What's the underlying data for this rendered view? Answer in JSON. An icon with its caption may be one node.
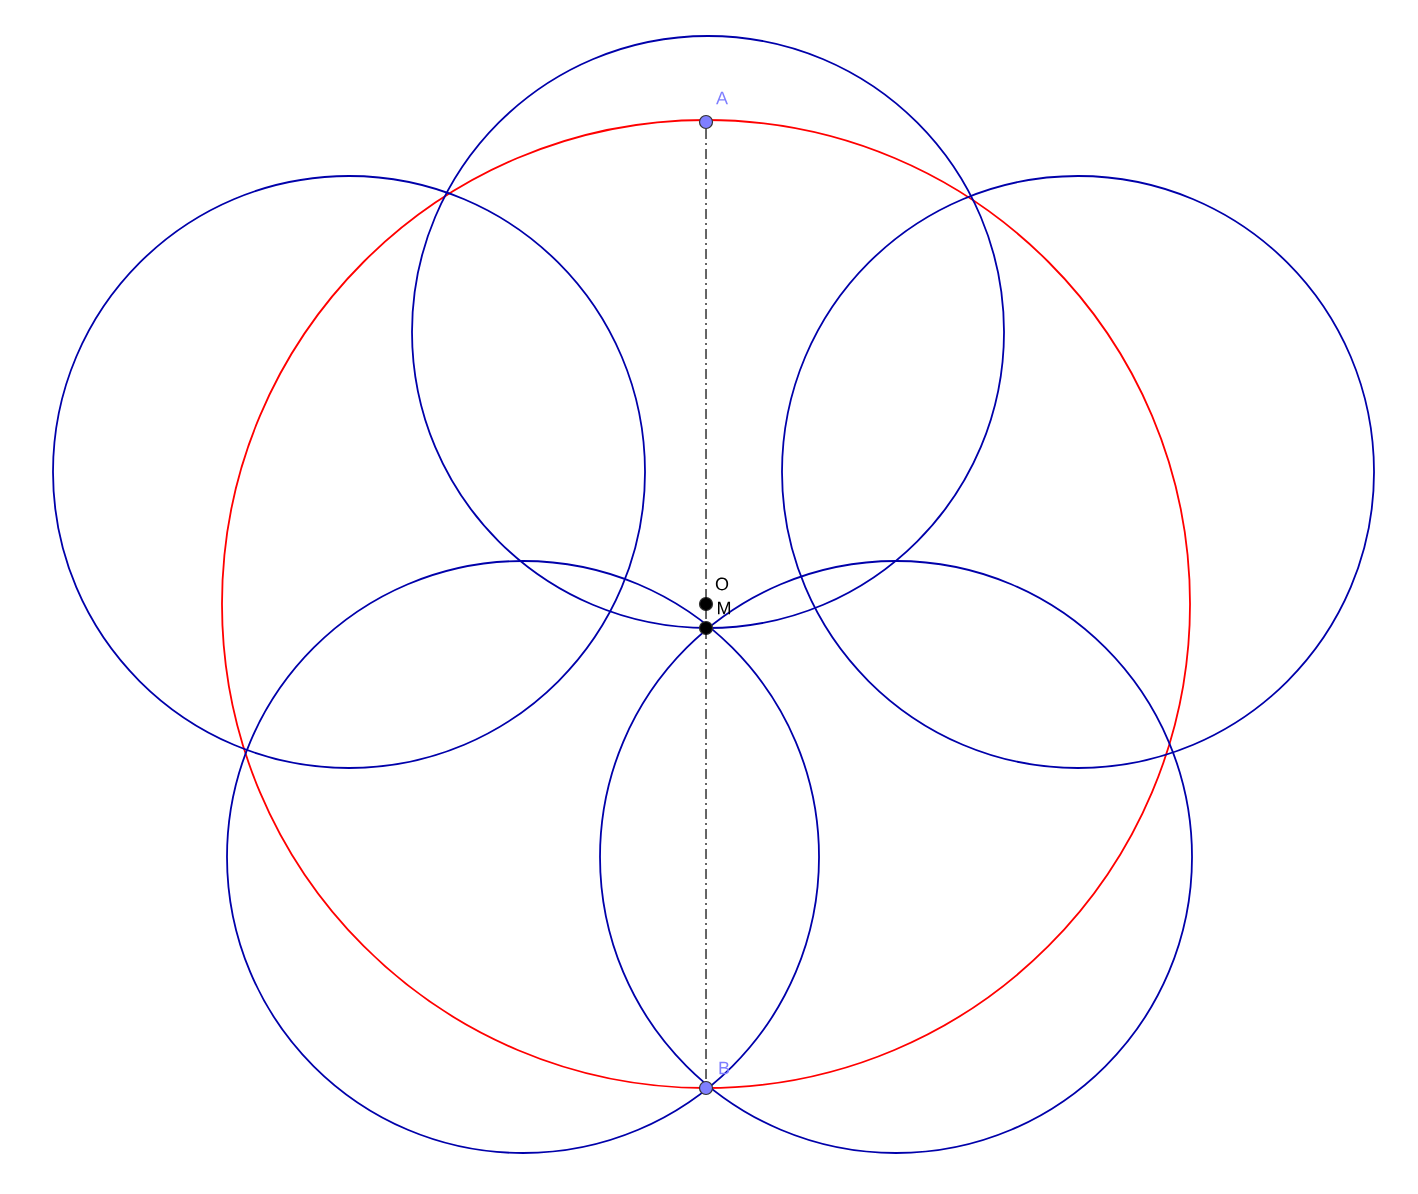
{
  "diagram": {
    "nodes": [
      {
        "text": [],
        "shape": "circle",
        "beside": [
          "A"
        ]
      },
      {
        "text": [],
        "shape": "circle",
        "beside": [
          "O"
        ]
      },
      {
        "text": [],
        "shape": "circle",
        "beside": [
          "M"
        ]
      },
      {
        "text": [],
        "shape": "circle",
        "beside": [
          "B"
        ]
      }
    ],
    "edges": [
      {
        "from": 0,
        "to": 3,
        "arrow": "none",
        "style": "dashed"
      }
    ]
  }
}
